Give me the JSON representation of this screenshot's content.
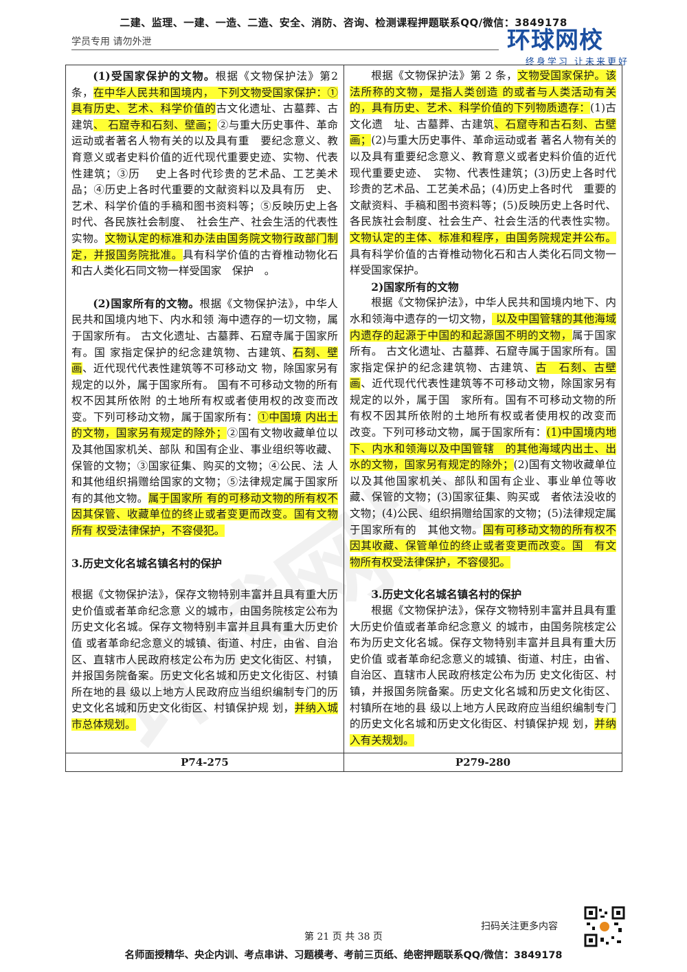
{
  "header": {
    "top_line": "二建、监理、一建、一造、二造、安全、消防、咨询、检测课程押题联系QQ/微信：3849178",
    "notice": "学员专用  请勿外泄",
    "logo_name": "环球网校",
    "logo_slogan": "终身学习  让未来更好"
  },
  "watermark": "环球网校",
  "left": {
    "s1_title": "(1)受国家保护的文物。",
    "s1_a": "根据《文物保护法》第2条，",
    "s1_b": "在中华人民共和国境内， 下列文物受国家保护：①具有历史、艺术、科学价值的",
    "s1_c": "古文化遗址、古墓葬、古建筑",
    "s1_d": "、 石窟寺和石刻、壁画；",
    "s1_e": "②与重大历史事件、革命运动或者著名人物有关的以及具有重　要纪念意义、教育意义或者史料价值的近代现代重要史迹、实物、代表性建筑；③历　 史上各时代珍贵的艺术品、工艺美术品；④历史上各时代重要的文献资料以及具有历　史、艺术、科学价值的手稿和图书资料等；⑤反映历史上各时代、各民族社会制度、　社会生产、社会生活的代表性实物。",
    "s1_f": "文物认定的标准和办法由国务院文物行政部门制定，并报国务院批准。",
    "s1_g": "具有科学价值的古脊椎动物化石和古人类化石同文物一样受国家　保护　。",
    "s2_title": "(2)国家所有的文物。",
    "s2_a": "根据《文物保护法》，中华人民共和国境内地下、内水和领 海中遗存的一切文物，属于国家所有。 古文化遗址、古墓葬、石窟寺属于国家所有。国 家指定保护的纪念建筑物、古建筑、",
    "s2_b": "石刻、壁画",
    "s2_c": "、近代现代代表性建筑等不可移动文 物，除国家另有规定的以外，属于国家所有。 国有不可移动文物的所有权不因其所依附 的土地所有权或者使用权的改变而改变。下列可移动文物，属于国家所有：",
    "s2_d": "①中国境 内出土的文物，国家另有规定的除外；",
    "s2_e": "②国有文物收藏单位以及其他国家机关、部队 和国有企业、事业组织等收藏、保管的文物；③国家征集、购买的文物；④公民、法 人和其他组织捐赠给国家的文物；⑤法律规定属于国家所有的其他文物。",
    "s2_f": "属于国家所 有的可移动文物的所有权不因其保管、收藏单位的终止或者变更而改变。国有文物所有 权受法律保护，不容侵犯。",
    "s3_title": "3.历史文化名城名镇名村的保护",
    "s3_a": "根据《文物保护法》，保存文物特别丰富并且具有重大历史价值或者革命纪念意 义的城市，由国务院核定公布为历史文化名城。保存文物特别丰富并且具有重大历史价值 或者革命纪念意义的城镇、街道、村庄，由省、自治区、直辖市人民政府核定公布为历 史文化街区、村镇，并报国务院备案。历史文化名城和历史文化街区、村镇所在地的县 级以上地方人民政府应当组织编制专门的历史文化名城和历史文化街区、村镇保护规 划，",
    "s3_b": "并纳入城市总体规划。",
    "ref": "P74-275"
  },
  "right": {
    "s1_a": "根据《文物保护法》第 2 条，",
    "s1_b": "文物受国家保护。该法所称的文物，是指人类创造 的或者与人类活动有关的，具有历史、艺术、科学价值的下列物质遗存：",
    "s1_c": "(1)古文化遗　址、古墓葬、古建筑",
    "s1_d": "、石窟寺和古石刻、古壁画；",
    "s1_e": "(2)与重大历史事件、革命运动或者 著名人物有关的以及具有重要纪念意义、教育意义或者史料价值的近代现代重要史迹、　实物、代表性建筑；(3)历史上各时代珍贵的艺术品、工艺美术品；(4)历史上各时代　重要的文献资料、手稿和图书资料等；(5)反映历史上各时代、各民族社会制度、社会生产、社会生活的代表性实物。",
    "s1_f": "文物认定的主体、标准和程序，由国务院规定并公布。",
    "s1_g": " 具有科学价值的古脊椎动物化石和古人类化石同文物一样受国家保护。",
    "s2_title": "2)国家所有的文物",
    "s2_a": "根据《文物保护法》，中华人民共和国境内地下、内水和领海中遗存的一切文物，",
    "s2_b": " 以及中国管辖的其他海域内遗存的起源于中国的和起源国不明的文物，",
    "s2_c": "属于国家所有。 古文化遗址、古墓葬、石窟寺属于国家所有。国家指定保护的纪念建筑物、古建筑、",
    "s2_d": "古　石刻、古壁画",
    "s2_e": "、近代现代代表性建筑等不可移动文物，除国家另有规定的以外，属于国　家所有。国有不可移动文物的所有权不因其所依附的土地所有权或者使用权的改变而　改变。下列可移动文物，属于国家所有：",
    "s2_f": "(1)中国境内地下、内水和领海以及中国管辖　的其他海域内出土、出水的文物，国家另有规定的除外；",
    "s2_g": "(2)国有文物收藏单位以及其他国家机关、部队和国有企业、事业单位等收藏、保管的文物；(3)国家征集、购买或　者依法没收的文物；(4)公民、组织捐赠给国家的文物；(5)法律规定属于国家所有的　其他文物。",
    "s2_h": "国有可移动文物的所有权不因其收藏、保管单位的终止或者变更而改变。国　有文物所有权受法律保护，不容侵犯。",
    "s3_title": "3.历史文化名城名镇名村的保护",
    "s3_a": "根据《文物保护法》，保存文物特别丰富并且具有重大历史价值或者革命纪念意义 的城市，由国务院核定公布为历史文化名城。保存文物特别丰富并且具有重大历史价值 或者革命纪念意义的城镇、街道、村庄，由省、自治区、直辖市人民政府核定公布为历 史文化街区、村镇，并报国务院备案。历史文化名城和历史文化街区、村镇所在地的县 级以上地方人民政府应当组织编制专门的历史文化名城和历史文化街区、村镇保护规 划，",
    "s3_b": "并纳入有关规划。",
    "ref": "P279-280"
  },
  "footer": {
    "scan_text": "扫码关注更多内容",
    "page": "第 21 页 共 38 页",
    "bottom_line": "名师面授精华、央企内训、考点串讲、习题模考、考前三页纸、绝密押题联系QQ/微信：3849178"
  },
  "colors": {
    "highlight": "#ffff33",
    "logo_blue": "#1b4fa0",
    "logo_red": "#e53935"
  }
}
